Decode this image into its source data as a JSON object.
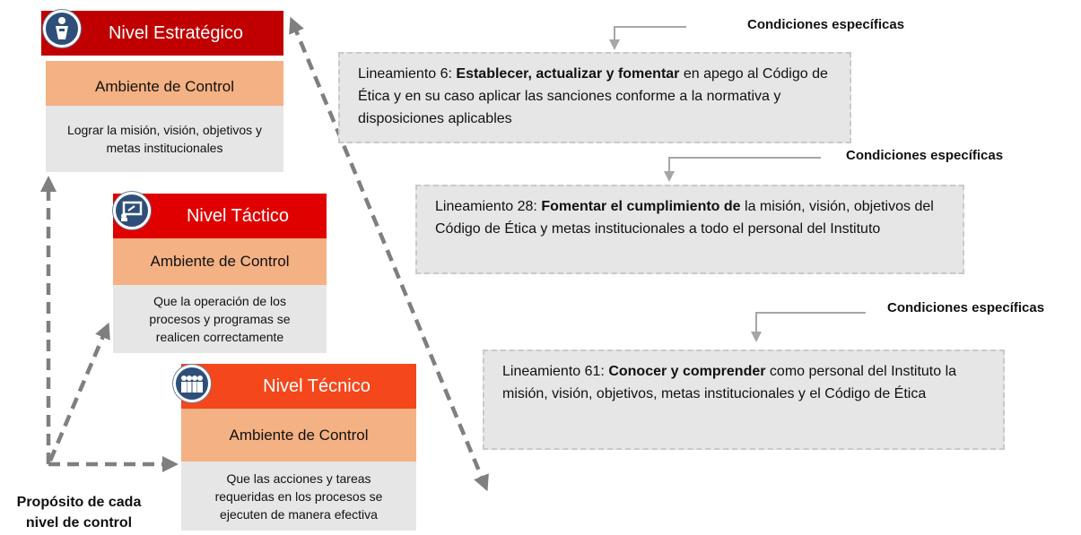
{
  "levels": [
    {
      "title": "Nivel Estratégico",
      "ambiente": "Ambiente de Control",
      "purpose": "Lograr la misión, visión, objetivos y metas institucionales",
      "color": "#c00000",
      "icon": "speaker-podium-icon"
    },
    {
      "title": "Nivel Táctico",
      "ambiente": "Ambiente de Control",
      "purpose": "Que la operación de los procesos y programas se realicen correctamente",
      "color": "#e00000",
      "icon": "presentation-board-icon"
    },
    {
      "title": "Nivel Técnico",
      "ambiente": "Ambiente de Control",
      "purpose": "Que las acciones y tareas requeridas en los procesos se ejecuten de manera efectiva",
      "color": "#f4471c",
      "icon": "team-people-icon"
    }
  ],
  "conditions": [
    {
      "title": "Condiciones específicas",
      "lead": "Lineamiento 6: ",
      "bold": "Establecer, actualizar y fomentar",
      "rest": " en apego al Código de Ética y en su caso aplicar las sanciones conforme a la normativa y disposiciones aplicables"
    },
    {
      "title": "Condiciones específicas",
      "lead": "Lineamiento 28: ",
      "bold": "Fomentar el cumplimiento de",
      "rest": " la misión, visión, objetivos del Código de Ética y metas institucionales a todo el personal del Instituto"
    },
    {
      "title": "Condiciones específicas",
      "lead": "Lineamiento 61: ",
      "bold": "Conocer y comprender",
      "rest": " como personal del Instituto la misión, visión, objetivos, metas institucionales y el Código de Ética"
    }
  ],
  "purpose_label": {
    "line1": "Propósito de cada",
    "line2": "nivel de control"
  },
  "colors": {
    "ambiente": "#f4b183",
    "purpose_bg": "#e7e6e6",
    "arrow": "#7f7f7f",
    "connector": "#a6a6a6",
    "icon_bg": "#2e4f7a"
  }
}
